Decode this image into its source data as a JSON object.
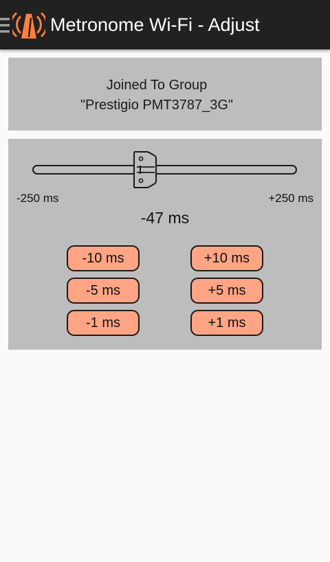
{
  "app": {
    "title": "Metronome Wi-Fi - Adjust",
    "icons": {
      "menu": "menu-icon",
      "logo": "metronome-logo-icon"
    },
    "accent_color": "#ff7f3f"
  },
  "group": {
    "line1": "Joined To Group",
    "line2": "\"Prestigio PMT3787_3G\""
  },
  "adjust": {
    "range_min_label": "-250 ms",
    "range_max_label": "+250 ms",
    "slider_min": -250,
    "slider_max": 250,
    "slider_value": -47,
    "value_label": "-47 ms",
    "buttons": {
      "minus10": "-10 ms",
      "plus10": "+10 ms",
      "minus5": "-5 ms",
      "plus5": "+5 ms",
      "minus1": "-1 ms",
      "plus1": "+1 ms"
    },
    "button_color": "#ffa585"
  }
}
